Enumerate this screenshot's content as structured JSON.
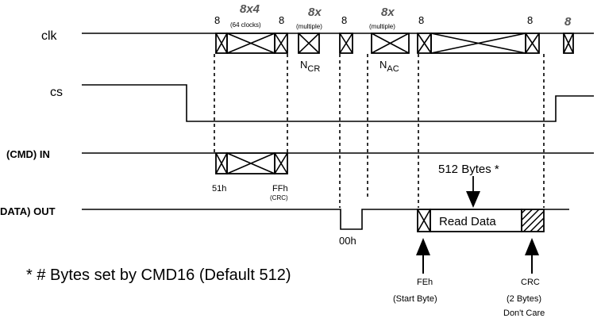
{
  "signals": {
    "clk": "clk",
    "cs": "cs",
    "cmd_in": "(CMD) IN",
    "data_out": "DATA) OUT"
  },
  "clk_labels": {
    "eight_1": "8",
    "group_8x4": "8x4",
    "clocks_64": "(64  clocks)",
    "eight_2": "8",
    "group_8x_1": "8x",
    "multiple_1": "(multiple)",
    "eight_3": "8",
    "group_8x_2": "8x",
    "multiple_2": "(multiple)",
    "eight_4": "8",
    "eight_5": "8",
    "eight_6": "8",
    "ncr_main": "N",
    "ncr_sub": "CR",
    "nac_main": "N",
    "nac_sub": "AC"
  },
  "cmd_labels": {
    "cmd_51h": "51h",
    "ffh": "FFh",
    "crc_paren": "(CRC)"
  },
  "data_labels": {
    "zero_h": "00h",
    "read_data": "Read Data",
    "bytes_512": "512  Bytes  *",
    "feh": "FEh",
    "start_byte": "(Start  Byte)",
    "crc": "CRC",
    "two_bytes": "(2  Bytes)",
    "dont_care": "Don't Care"
  },
  "footnote": "* # Bytes set by CMD16 (Default 512)"
}
